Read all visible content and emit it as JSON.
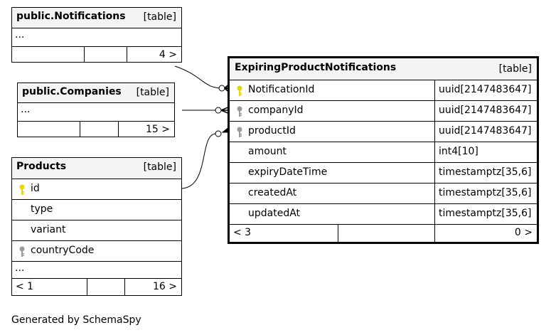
{
  "tables": {
    "notifications": {
      "name": "public.Notifications",
      "type": "[table]",
      "ellipsis": "...",
      "footer_right": "4 >"
    },
    "companies": {
      "name": "public.Companies",
      "type": "[table]",
      "ellipsis": "...",
      "footer_right": "15 >"
    },
    "products": {
      "name": "Products",
      "type": "[table]",
      "columns": [
        {
          "name": "id",
          "key": "primary"
        },
        {
          "name": "type",
          "key": "none"
        },
        {
          "name": "variant",
          "key": "none"
        },
        {
          "name": "countryCode",
          "key": "foreign"
        }
      ],
      "ellipsis": "...",
      "footer_left": "< 1",
      "footer_right": "16 >"
    },
    "expiring": {
      "name": "ExpiringProductNotifications",
      "type": "[table]",
      "columns": [
        {
          "name": "NotificationId",
          "type": "uuid[2147483647]",
          "key": "primary"
        },
        {
          "name": "companyId",
          "type": "uuid[2147483647]",
          "key": "foreign"
        },
        {
          "name": "productId",
          "type": "uuid[2147483647]",
          "key": "foreign"
        },
        {
          "name": "amount",
          "type": "int4[10]",
          "key": "none"
        },
        {
          "name": "expiryDateTime",
          "type": "timestamptz[35,6]",
          "key": "none"
        },
        {
          "name": "createdAt",
          "type": "timestamptz[35,6]",
          "key": "none"
        },
        {
          "name": "updatedAt",
          "type": "timestamptz[35,6]",
          "key": "none"
        }
      ],
      "footer_left": "< 3",
      "footer_right": "0 >"
    }
  },
  "colors": {
    "primary_key": "#e6d800",
    "foreign_key": "#9a9a9a",
    "header_bg": "#f4f4f4"
  },
  "generated_by": "Generated by SchemaSpy"
}
